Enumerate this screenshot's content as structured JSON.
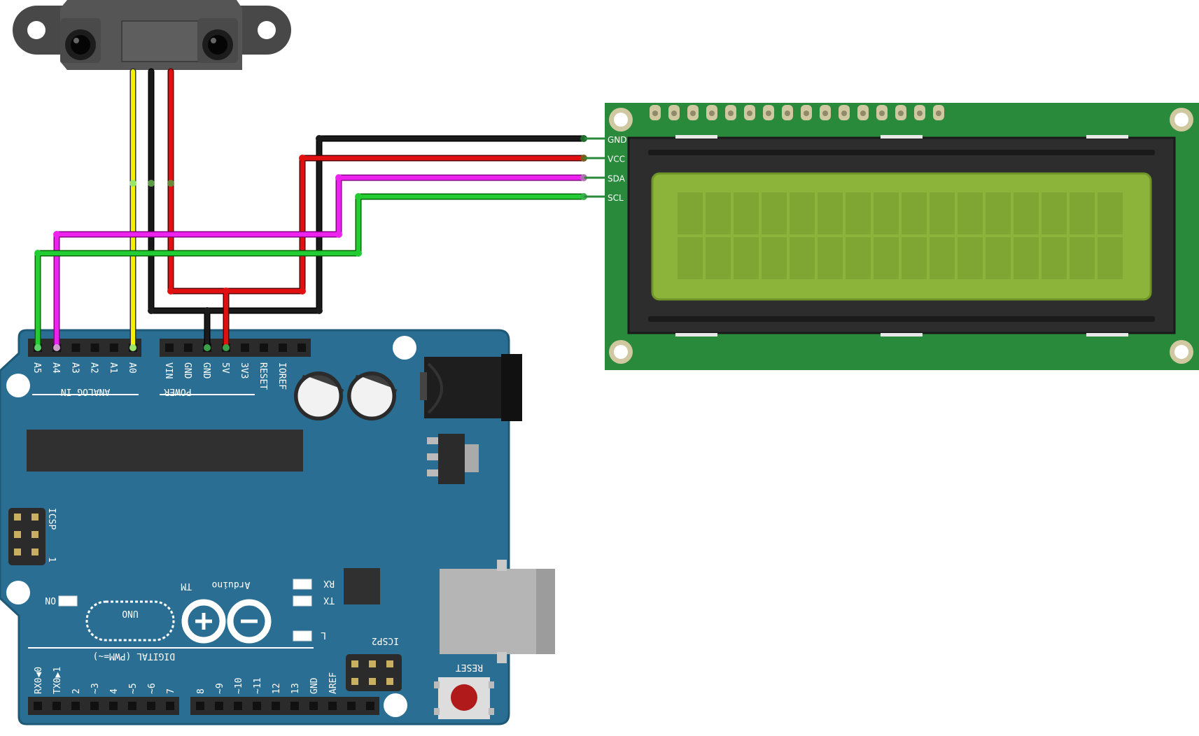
{
  "colors": {
    "board": "#2a6f93",
    "board_edge": "#1d5877",
    "header": "#2b2b2b",
    "lcd_pcb": "#2a8a3c",
    "lcd_bezel": "#2d2d2d",
    "lcd_screen": "#8db43a",
    "lcd_cell": "#7fa633",
    "wire_yellow": "#f5f000",
    "wire_black": "#1a1a1a",
    "wire_red": "#e01010",
    "wire_magenta": "#ee22ee",
    "wire_green": "#22cc33",
    "sensor": "#4a4a4a",
    "usb": "#b5b5b5",
    "reset_button": "#b01a1a"
  },
  "icons": [
    "arduino-infinity-logo-icon",
    "sensor-lens-icon",
    "mounting-hole-icon",
    "reset-button-icon"
  ],
  "lcd": {
    "pins": [
      "GND",
      "VCC",
      "SDA",
      "SCL"
    ],
    "rows": 2,
    "columns": 16
  },
  "arduino": {
    "analog_pins": [
      "A5",
      "A4",
      "A3",
      "A2",
      "A1",
      "A0"
    ],
    "analog_label": "ANALOG IN",
    "power_pins": [
      "VIN",
      "GND",
      "GND",
      "5V",
      "3V3",
      "RESET",
      "IOREF"
    ],
    "power_label": "POWER",
    "brand": "Arduino",
    "tm": "TM",
    "model": "UNO",
    "icsp": "ICSP",
    "icsp2": "ICSP2",
    "icsp_pin": "1",
    "led_on": "ON",
    "led_rx": "RX",
    "led_tx": "TX",
    "led_l": "L",
    "digital_label": "DIGITAL (PWM=~)",
    "digital_pins": [
      "RX0◀0",
      "TX0▶1",
      "2",
      "~3",
      "4",
      "~5",
      "~6",
      "7",
      "8",
      "~9",
      "~10",
      "~11",
      "12",
      "13",
      "GND",
      "AREF"
    ],
    "reset_label": "RESET"
  }
}
